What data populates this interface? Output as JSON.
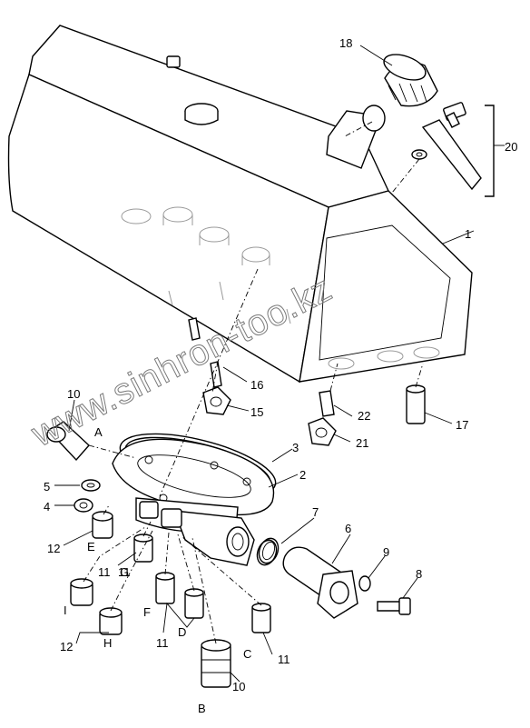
{
  "diagram": {
    "watermark": "www.sinhron-too.kz",
    "part_numbers": [
      "1",
      "2",
      "3",
      "4",
      "5",
      "6",
      "7",
      "8",
      "9",
      "10",
      "10",
      "11",
      "11",
      "11",
      "11",
      "12",
      "12",
      "15",
      "16",
      "17",
      "18",
      "20",
      "21",
      "22"
    ],
    "port_letters": [
      "A",
      "B",
      "C",
      "D",
      "E",
      "F",
      "G",
      "H",
      "I"
    ]
  }
}
